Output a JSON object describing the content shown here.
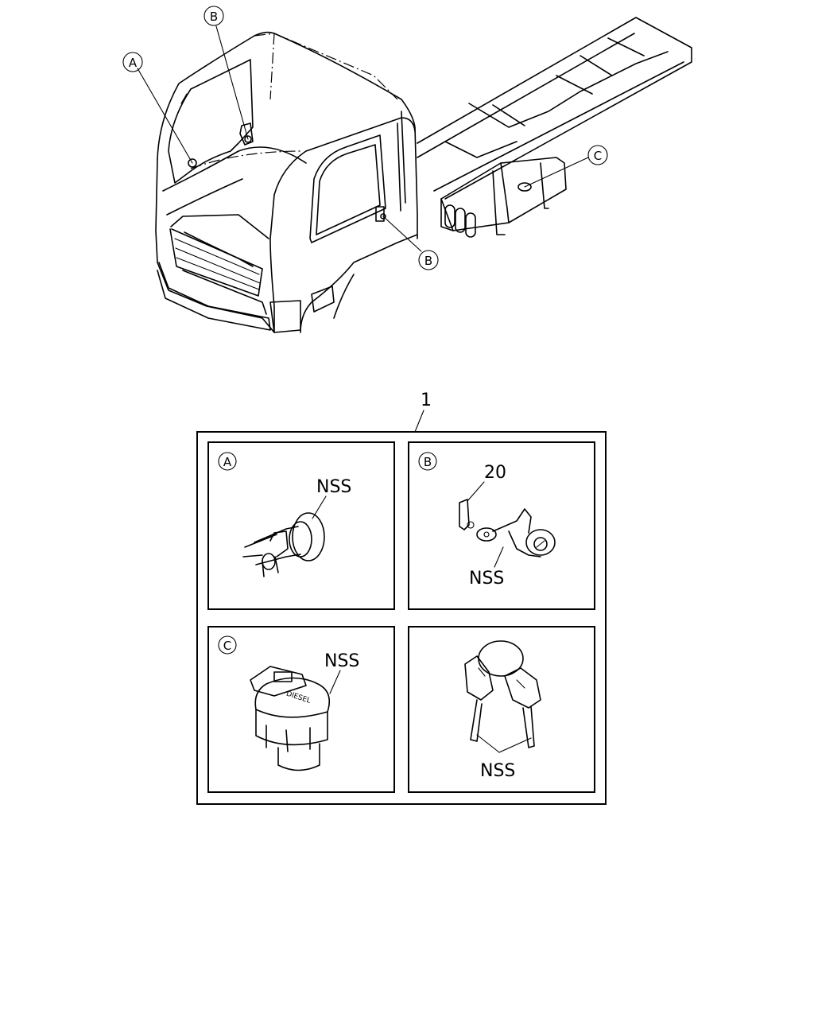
{
  "callouts": {
    "top_a": "A",
    "top_b_upper": "B",
    "top_b_lower": "B",
    "top_c": "C"
  },
  "part_number": "1",
  "panels": {
    "a": {
      "letter": "A",
      "label": "NSS"
    },
    "b": {
      "letter": "B",
      "number": "20",
      "label": "NSS"
    },
    "c": {
      "letter": "C",
      "label": "NSS",
      "cap_text": "DIESEL"
    },
    "keys": {
      "label": "NSS"
    }
  }
}
